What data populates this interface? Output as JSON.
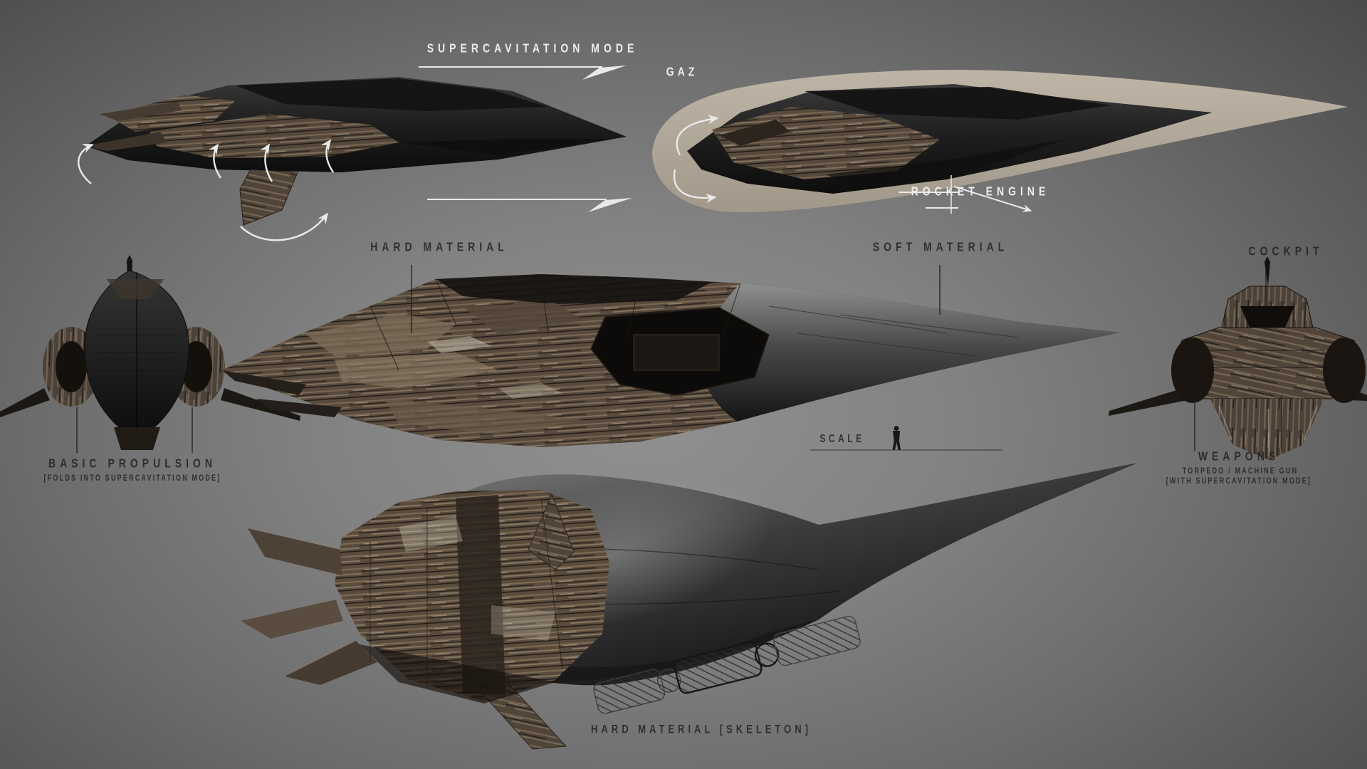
{
  "artwork": {
    "description": "Submarine concept art sheet with five annotated views",
    "labels": {
      "supercavitation_mode": "SUPERCAVITATION MODE",
      "gaz": "GAZ",
      "rocket_engine": "ROCKET ENGINE",
      "hard_material": "HARD MATERIAL",
      "soft_material": "SOFT MATERIAL",
      "cockpit": "COCKPIT",
      "basic_propulsion": "BASIC PROPULSION",
      "basic_propulsion_sub": "[FOLDS INTO SUPERCAVITATION MODE]",
      "scale": "SCALE",
      "weapons": "WEAPONS",
      "weapons_sub1": "TORPEDO / MACHINE GUN",
      "weapons_sub2": "[WITH SUPERCAVITATION MODE]",
      "hard_material_skeleton": "HARD MATERIAL [SKELETON]"
    },
    "colors": {
      "background_center": "#909090",
      "background_edge": "#424242",
      "gas_bubble": "#b5ab9c",
      "hull_dark": "#141414",
      "hull_smooth_gray": "#7a7a7a",
      "rust": "#6e5c49",
      "label_light": "#ececec",
      "label_dark": "#1f1f1f",
      "annotation_white": "#e9e9e9"
    }
  }
}
